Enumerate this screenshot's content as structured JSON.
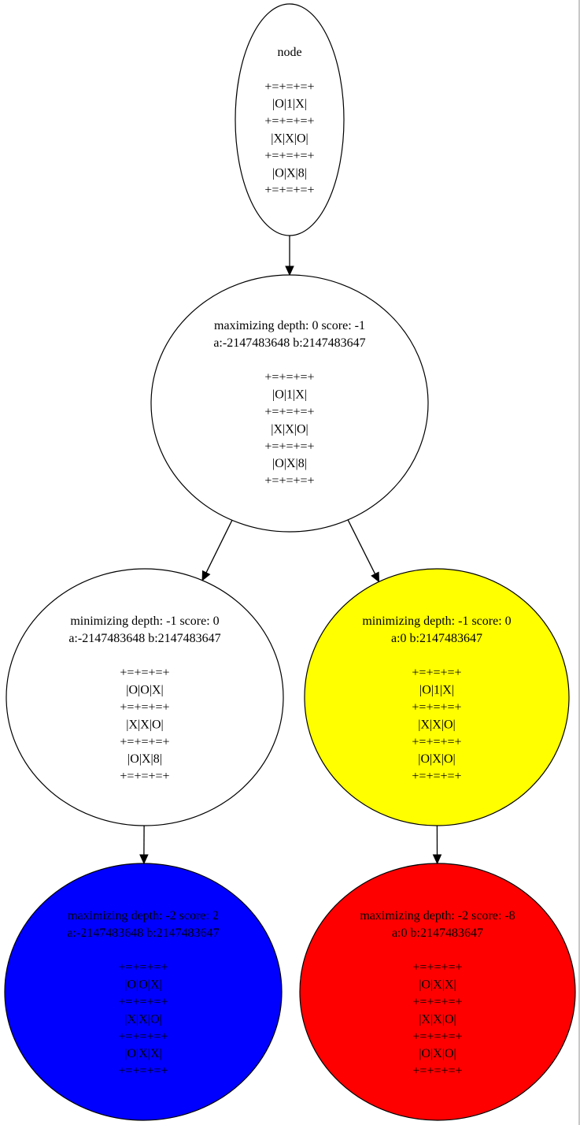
{
  "graph": {
    "nodes": [
      {
        "id": "root",
        "fill": "#ffffff",
        "lines": [
          "node",
          "",
          "+=+=+=+",
          "|O|1|X|",
          "+=+=+=+",
          "|X|X|O|",
          "+=+=+=+",
          "|O|X|8|",
          "+=+=+=+"
        ]
      },
      {
        "id": "max0",
        "fill": "#ffffff",
        "lines": [
          "maximizing depth: 0 score: -1",
          "a:-2147483648 b:2147483647",
          "",
          "+=+=+=+",
          "|O|1|X|",
          "+=+=+=+",
          "|X|X|O|",
          "+=+=+=+",
          "|O|X|8|",
          "+=+=+=+"
        ]
      },
      {
        "id": "minL",
        "fill": "#ffffff",
        "lines": [
          "minimizing depth: -1 score: 0",
          "a:-2147483648 b:2147483647",
          "",
          "+=+=+=+",
          "|O|O|X|",
          "+=+=+=+",
          "|X|X|O|",
          "+=+=+=+",
          "|O|X|8|",
          "+=+=+=+"
        ]
      },
      {
        "id": "minR",
        "fill": "#ffff00",
        "lines": [
          "minimizing depth: -1 score: 0",
          "a:0 b:2147483647",
          "",
          "+=+=+=+",
          "|O|1|X|",
          "+=+=+=+",
          "|X|X|O|",
          "+=+=+=+",
          "|O|X|O|",
          "+=+=+=+"
        ]
      },
      {
        "id": "maxL",
        "fill": "#0000ff",
        "lines": [
          "maximizing depth: -2 score: 2",
          "a:-2147483648 b:2147483647",
          "",
          "+=+=+=+",
          "|O|O|X|",
          "+=+=+=+",
          "|X|X|O|",
          "+=+=+=+",
          "|O|X|X|",
          "+=+=+=+"
        ]
      },
      {
        "id": "maxR",
        "fill": "#ff0000",
        "lines": [
          "maximizing depth: -2 score: -8",
          "a:0 b:2147483647",
          "",
          "+=+=+=+",
          "|O|X|X|",
          "+=+=+=+",
          "|X|X|O|",
          "+=+=+=+",
          "|O|X|O|",
          "+=+=+=+"
        ]
      }
    ],
    "edges": [
      {
        "from": "root",
        "to": "max0"
      },
      {
        "from": "max0",
        "to": "minL"
      },
      {
        "from": "max0",
        "to": "minR"
      },
      {
        "from": "minL",
        "to": "maxL"
      },
      {
        "from": "minR",
        "to": "maxR"
      }
    ]
  }
}
